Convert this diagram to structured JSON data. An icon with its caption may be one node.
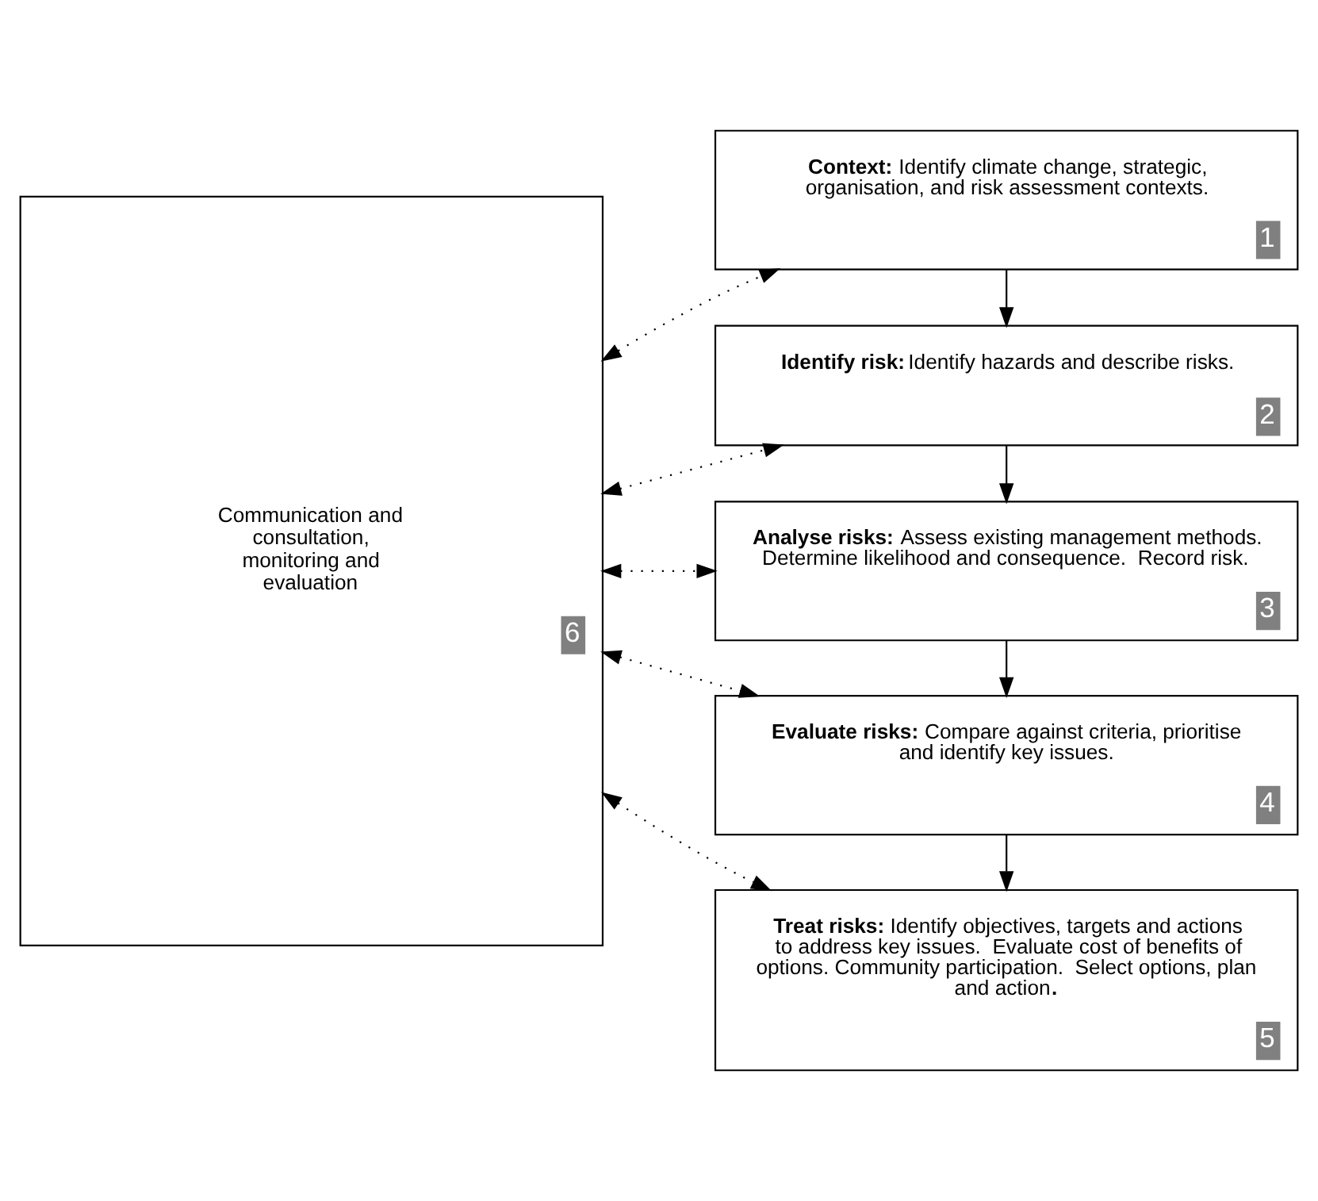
{
  "diagram": {
    "nodes": [
      {
        "text": [
          "Communication and consultation, monitoring and evaluation",
          "6"
        ]
      },
      {
        "text": [
          "**Context:** Identify climate change, strategic, organisation, and risk assessment contexts.",
          "1"
        ]
      },
      {
        "text": [
          "**Identify risk:** Identify hazards and describe risks.",
          "2"
        ]
      },
      {
        "text": [
          "**Analyse risks:** Assess existing management methods. Determine likelihood and consequence.  Record risk.",
          "3"
        ]
      },
      {
        "text": [
          "**Evaluate risks:** Compare against criteria, prioritise and identify key issues.",
          "4"
        ]
      },
      {
        "text": [
          "**Treat risks:** Identify objectives, targets and actions to address key issues.  Evaluate cost of benefits of options. Community participation.  Select options, plan and action**.**",
          "5"
        ]
      }
    ],
    "edges": [
      {
        "from": 0,
        "to": 1,
        "arrow": "both",
        "style": "dashed"
      },
      {
        "from": 1,
        "to": 2,
        "arrow": "to"
      },
      {
        "from": 0,
        "to": 2,
        "arrow": "both",
        "style": "dashed"
      },
      {
        "from": 2,
        "to": 3,
        "arrow": "to"
      },
      {
        "from": 0,
        "to": 3,
        "arrow": "both",
        "style": "dashed"
      },
      {
        "from": 3,
        "to": 4,
        "arrow": "to"
      },
      {
        "from": 0,
        "to": 4,
        "arrow": "both",
        "style": "dashed"
      },
      {
        "from": 4,
        "to": 5,
        "arrow": "to"
      },
      {
        "from": 0,
        "to": 5,
        "arrow": "both",
        "style": "dashed"
      }
    ]
  }
}
